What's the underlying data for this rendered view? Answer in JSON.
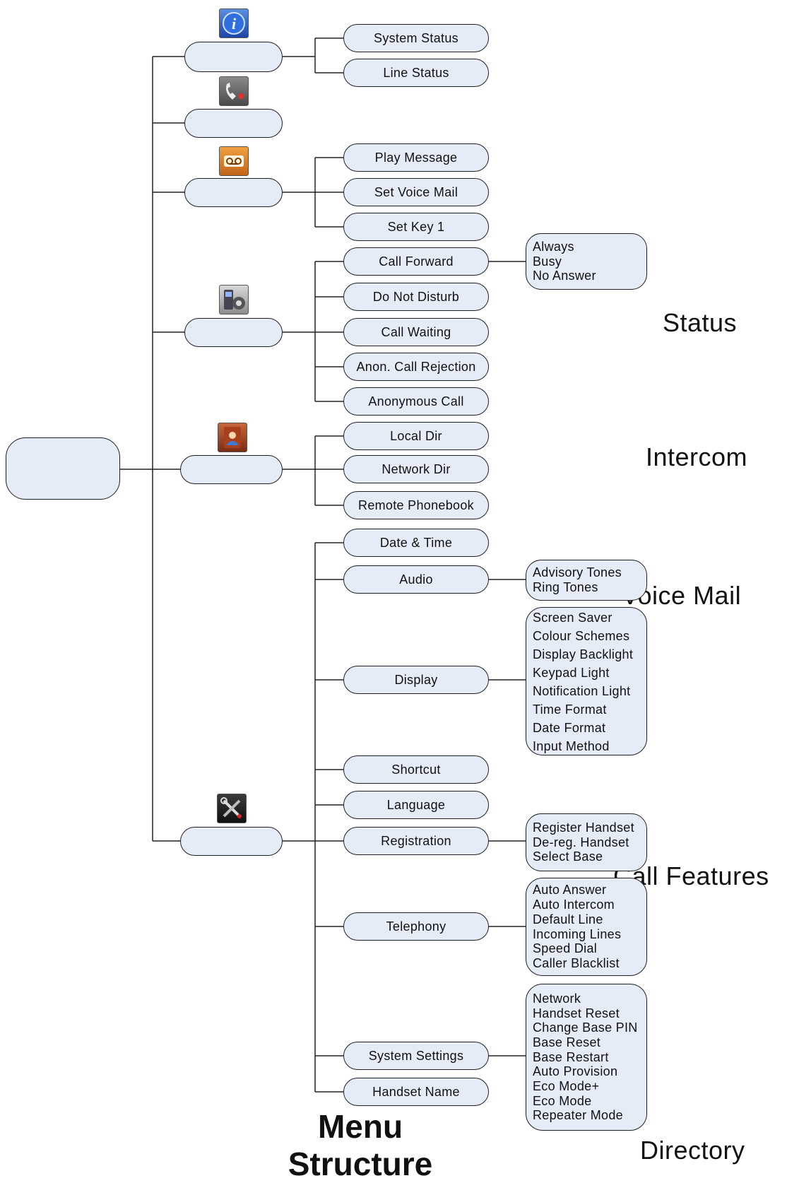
{
  "diagram": {
    "title_line1": "Menu",
    "title_line2": "Structure",
    "section_labels": [
      "Status",
      "Intercom",
      "Voice Mail",
      "Call Features",
      "Directory"
    ],
    "icons": [
      "info-icon",
      "intercom-phone-icon",
      "voicemail-icon",
      "call-features-icon",
      "directory-icon",
      "settings-tools-icon"
    ],
    "status_items": [
      "System Status",
      "Line Status"
    ],
    "voicemail_items": [
      "Play Message",
      "Set Voice Mail",
      "Set Key 1"
    ],
    "call_feature_items": [
      "Call Forward",
      "Do Not Disturb",
      "Call Waiting",
      "Anon. Call Rejection",
      "Anonymous Call"
    ],
    "call_forward_options": [
      "Always",
      "Busy",
      "No Answer"
    ],
    "directory_items": [
      "Local Dir",
      "Network Dir",
      "Remote Phonebook"
    ],
    "settings_items": [
      "Date & Time",
      "Audio",
      "Display",
      "Shortcut",
      "Language",
      "Registration",
      "Telephony",
      "System Settings",
      "Handset Name"
    ],
    "audio_options": [
      "Advisory Tones",
      "Ring Tones"
    ],
    "display_options": [
      "Screen Saver",
      "Colour Schemes",
      "Display Backlight",
      "Keypad Light",
      "Notification Light",
      "Time Format",
      "Date Format",
      "Input Method"
    ],
    "registration_options": [
      "Register Handset",
      "De-reg. Handset",
      "Select Base"
    ],
    "telephony_options": [
      "Auto Answer",
      "Auto Intercom",
      "Default Line",
      "Incoming Lines",
      "Speed Dial",
      "Caller Blacklist"
    ],
    "system_settings_options": [
      "Network",
      "Handset Reset",
      "Change Base PIN",
      "Base Reset",
      "Base Restart",
      "Auto Provision",
      "Eco Mode+",
      "Eco Mode",
      "Repeater Mode"
    ]
  }
}
